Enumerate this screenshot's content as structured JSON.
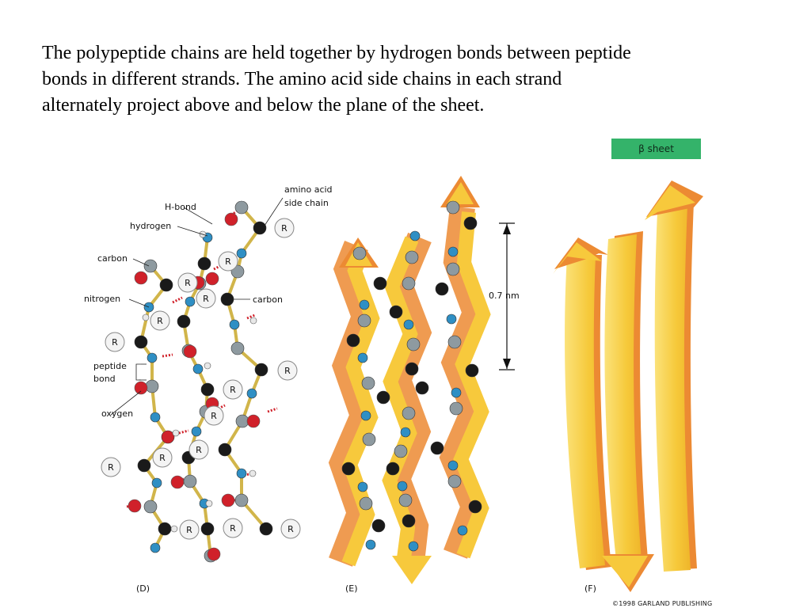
{
  "intro": {
    "lines": [
      "The polypeptide chains are held together by hydrogen bonds between peptide",
      "bonds in different strands.  The amino acid side chains in each strand",
      "alternately project above and below the plane of the sheet."
    ]
  },
  "badge": "β sheet",
  "labels": {
    "amino_acid": "amino acid",
    "side_chain": "side chain",
    "h_bond": "H-bond",
    "hydrogen": "hydrogen",
    "carbon_left": "carbon",
    "nitrogen": "nitrogen",
    "carbon_right": "carbon",
    "peptide": "peptide",
    "bond": "bond",
    "oxygen": "oxygen",
    "distance": "0.7 nm"
  },
  "side_chain_letter": "R",
  "panels": {
    "d": "(D)",
    "e": "(E)",
    "f": "(F)"
  },
  "copyright": "©1998 GARLAND PUBLISHING",
  "colors": {
    "carbon": "#1a1a1a",
    "alpha_carbon": "#8e9aa0",
    "nitrogen": "#2f8fc4",
    "oxygen": "#d0212a",
    "hydrogen": "#e8e8e8",
    "bond": "#d1b54a",
    "arrow_face": "#f7c93c",
    "arrow_side": "#ec8a33",
    "badge": "#34b36a"
  }
}
